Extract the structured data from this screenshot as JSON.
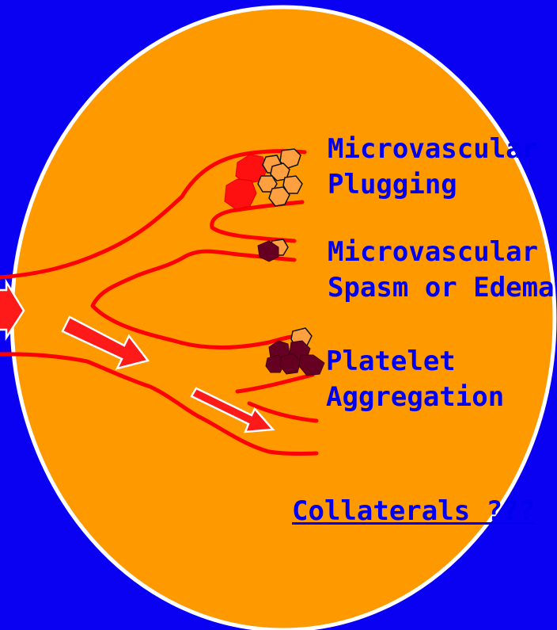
{
  "labels": {
    "microvascular_plugging": [
      "Microvascular",
      "Plugging"
    ],
    "microvascular_spasm": [
      "Microvascular",
      "Spasm or Edema"
    ],
    "platelet_aggregation": [
      "Platelet",
      "Aggregation"
    ],
    "collaterals": "Collaterals ???"
  },
  "colors": {
    "background": "#0a00f2",
    "ellipse_fill": "#ff9900",
    "ellipse_stroke": "#ffffff",
    "vessel": "#ff0000",
    "arrow": "#ff1a1a",
    "label_text": "#0000ee",
    "plug_cell": "#ffa040",
    "red_cell": "#ff1010",
    "platelet": "#660022"
  }
}
